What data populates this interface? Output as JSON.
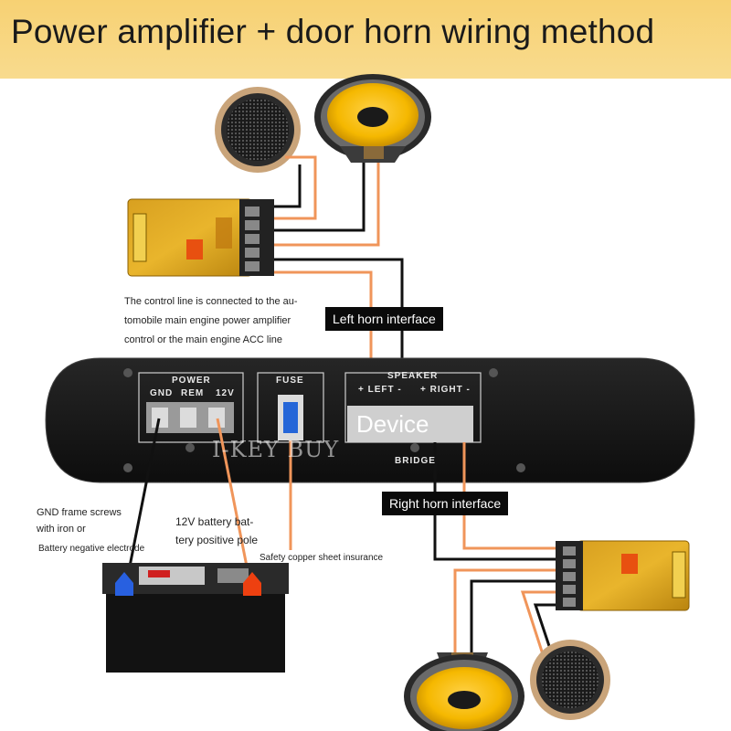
{
  "header": {
    "title": "Power amplifier + door horn wiring method"
  },
  "labels": {
    "control_line": [
      "The control line is connected to the au-",
      "tomobile main engine power amplifier",
      "control or the main engine ACC line"
    ],
    "left_horn": "Left horn interface",
    "right_horn": "Right horn interface",
    "gnd": [
      "GND frame screws",
      "with iron or",
      "Battery negative electrode"
    ],
    "battery12v": [
      "12V battery bat-",
      "tery positive pole"
    ],
    "fuse_note": "Safety copper sheet insurance"
  },
  "amplifier": {
    "power": "POWER",
    "gnd": "GND",
    "rem": "REM",
    "v12": "12V",
    "fuse": "FUSE",
    "speaker": "SPEAKER",
    "left": "+ LEFT -",
    "right": "+ RIGHT -",
    "bridge": "BRIDGE",
    "device": "Device",
    "watermark": "I-KEY BUY"
  },
  "colors": {
    "banner": "#f7d173",
    "wire_orange": "#f0955a",
    "wire_black": "#111111",
    "amp_body": "#141414",
    "cone_yellow": "#f5b800"
  }
}
